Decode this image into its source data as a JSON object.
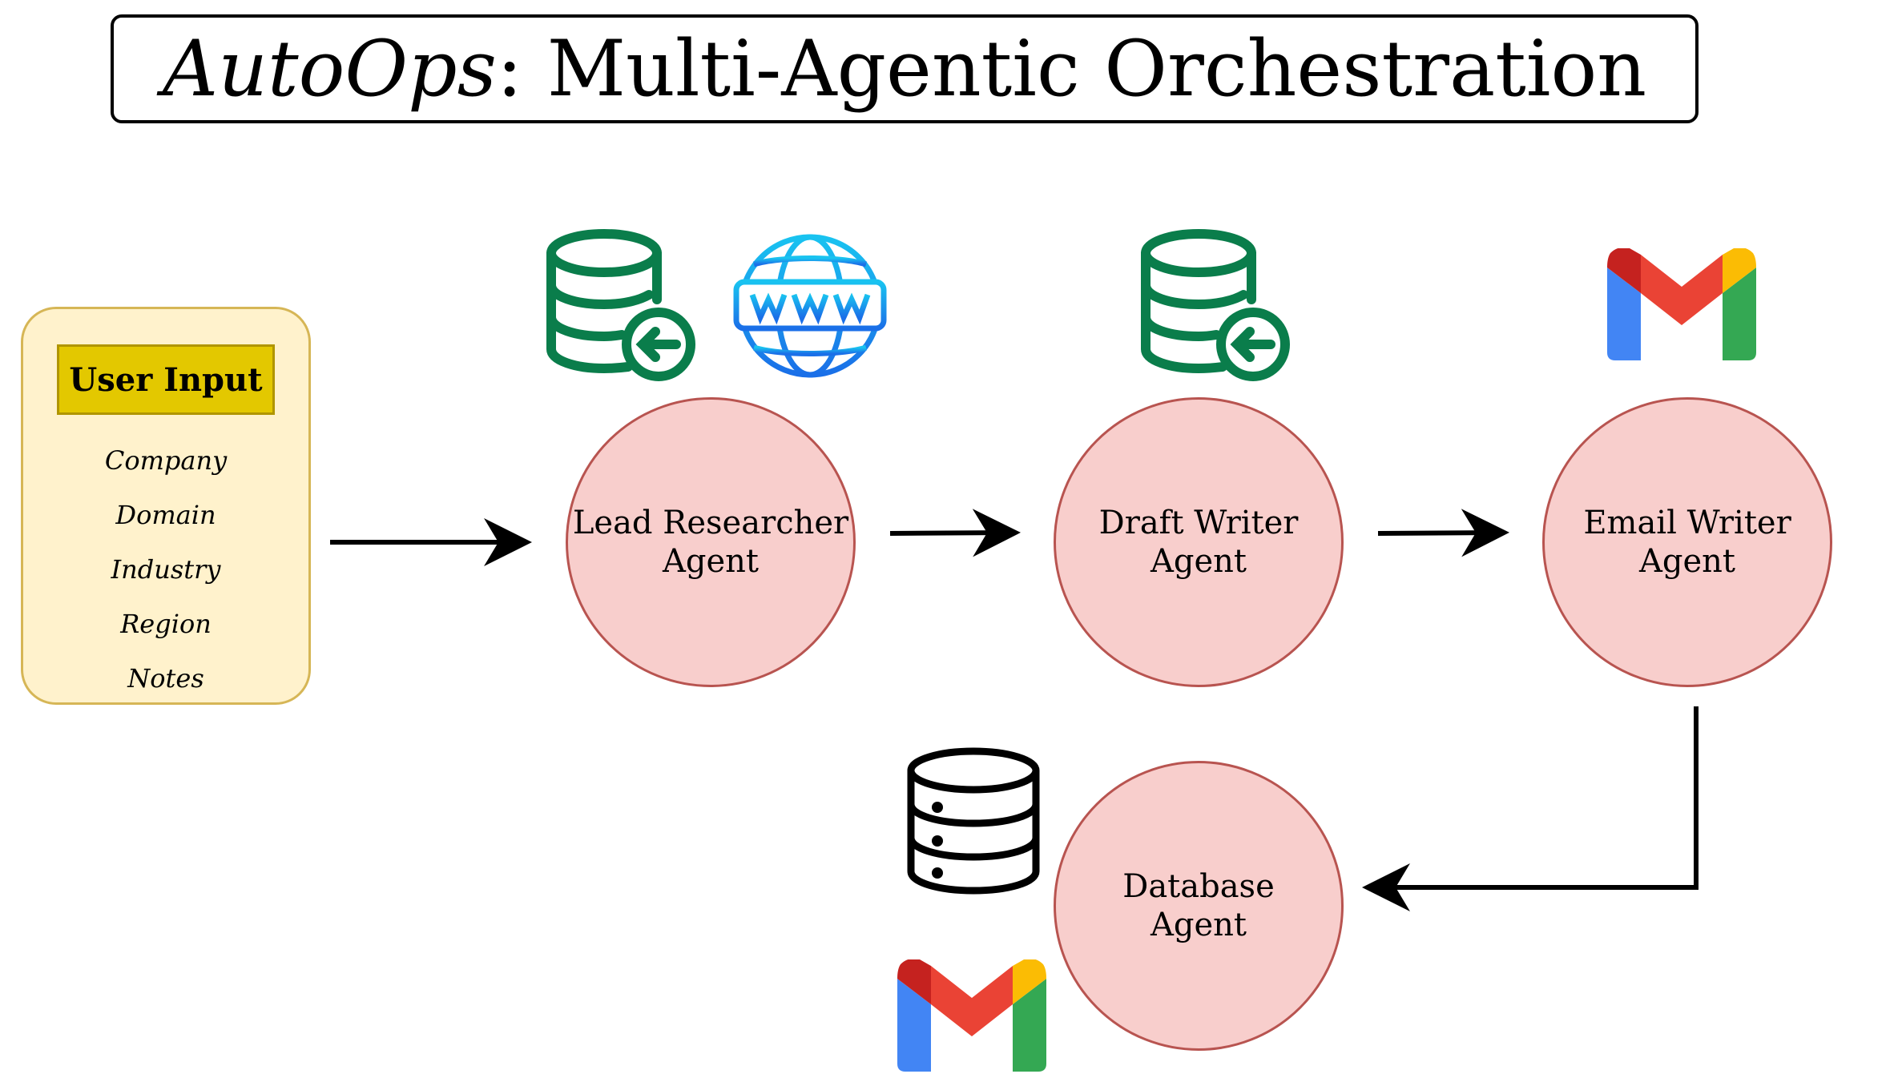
{
  "title": {
    "italic_part": "AutoOps",
    "rest": ": Multi-Agentic Orchestration"
  },
  "user_input": {
    "header": "User Input",
    "fields": [
      "Company",
      "Domain",
      "Industry",
      "Region",
      "Notes"
    ]
  },
  "agents": {
    "lead_researcher": {
      "line1": "Lead Researcher",
      "line2": "Agent"
    },
    "draft_writer": {
      "line1": "Draft Writer",
      "line2": "Agent"
    },
    "email_writer": {
      "line1": "Email Writer",
      "line2": "Agent"
    },
    "database": {
      "line1": "Database",
      "line2": "Agent"
    }
  },
  "icons": {
    "lead_researcher": [
      "database-import-icon",
      "www-globe-icon"
    ],
    "draft_writer": [
      "database-import-icon"
    ],
    "email_writer": [
      "gmail-icon"
    ],
    "database": [
      "server-database-icon",
      "gmail-icon"
    ]
  },
  "colors": {
    "input_fill": "#fff2cc",
    "input_border": "#d6b656",
    "header_fill": "#e3c800",
    "agent_fill": "#f8cecc",
    "agent_border": "#b85450",
    "db_import_green": "#0a7d4b",
    "globe_blue": "#1e90ff"
  }
}
